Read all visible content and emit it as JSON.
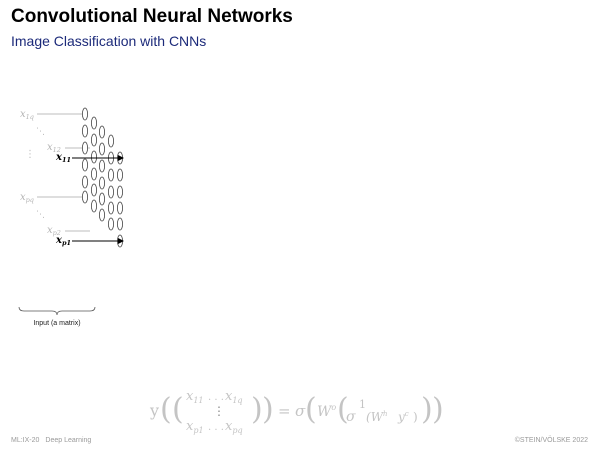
{
  "header": {
    "title": "Convolutional Neural Networks",
    "subtitle": "Image Classification with CNNs"
  },
  "diagram": {
    "input_labels": {
      "x1q_base": "x",
      "x1q_sub": "1q",
      "x12_base": "x",
      "x12_sub": "12",
      "x11_base": "x",
      "x11_sub": "11",
      "xpq_base": "x",
      "xpq_sub": "pq",
      "xp2_base": "x",
      "xp2_sub": "p2",
      "xp1_base": "x",
      "xp1_sub": "p1"
    },
    "dots_diagonal": "⋱",
    "dots_vertical": "⋮",
    "brace_caption": "Input (a matrix)"
  },
  "formula": {
    "y": "y",
    "x11": "x",
    "x11_sub": "11",
    "ellipsis_h": ". . .",
    "x1q": "x",
    "x1q_sub": "1q",
    "vdots": "⋮",
    "xp1": "x",
    "xp1_sub": "p1",
    "xpq": "x",
    "xpq_sub": "pq",
    "equals": "=",
    "sigma": "σ",
    "W": "W",
    "W_sup": "o",
    "one": "1",
    "Wh": "W",
    "Wh_sup": "h",
    "yc": "y",
    "yc_sup": "c"
  },
  "footer": {
    "course": "ML:IX-20",
    "section": "Deep Learning",
    "copyright": "©STEIN/VÖLSKE 2022"
  }
}
